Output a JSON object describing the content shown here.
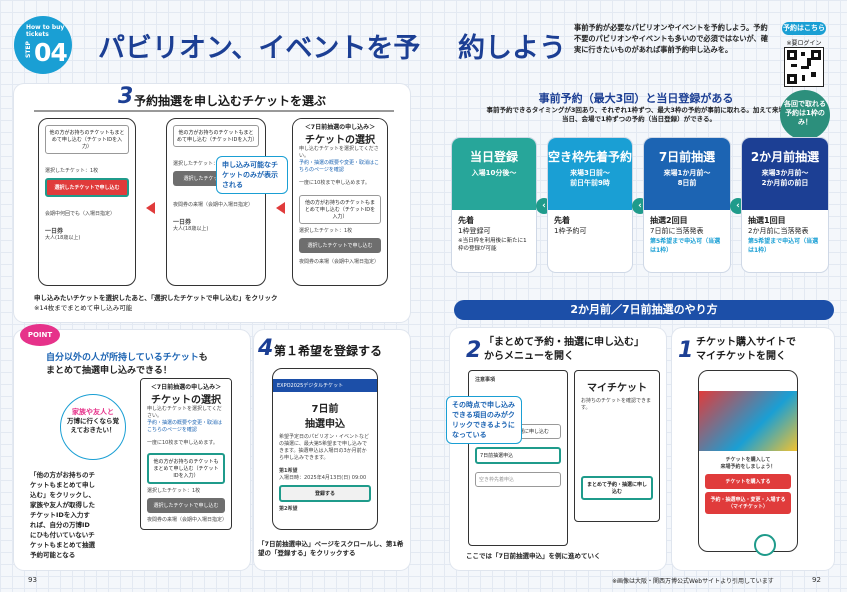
{
  "header": {
    "step_small": "How to buy tickets",
    "step_label": "STEP",
    "step_num": "04",
    "title_left": "パビリオン、イベントを予",
    "title_right": "約しよう",
    "intro": "事前予約が必要なパビリオンやイベントを予約しよう。予約不要のパビリオンやイベントも多いので必須ではないが、確実に行きたいものがあれば事前予約申し込みを。",
    "qr_tag": "予約はこちら",
    "qr_sub": "※要ログイン"
  },
  "left": {
    "sec1_num": "3",
    "sec1_title": "予約抽選を申し込むチケットを選ぶ",
    "p1": {
      "box": "他の方がお持ちのチケットもまとめて申し込む（チケットIDを入力）",
      "select_label": "選択したチケット：1枚",
      "btn": "選択したチケットで申し込む",
      "item1": "会期中何回でも（入場日指定）",
      "item2": "一日券",
      "item3": "大人(18歳以上)"
    },
    "p2": {
      "box": "他の方がお持ちのチケットもまとめて申し込む（チケットIDを入力）",
      "select_label": "選択したチケット：1枚",
      "btn": "選択したチケットで申し込む",
      "item1": "夜間券の来場（会期中入場日指定）",
      "item2": "一日券",
      "item3": "大人(18歳以上)"
    },
    "callout1": "申し込み可能なチケットのみが表示される",
    "p3": {
      "head": "＜7日前抽選の申し込み＞",
      "title": "チケットの選択",
      "txt1": "申し込むチケットを選択してください。",
      "txt2": "予約・抽選の概要や変更・取消はこちらのページを確認",
      "link": "一度に10枚まで申し込めます。",
      "box": "他の方がお持ちのチケットもまとめて申し込む（チケットIDを入力）",
      "select_label": "選択したチケット：1枚",
      "btn": "選択したチケットで申し込む",
      "item": "夜間券の来場（会期中入場日指定）"
    },
    "cap1": "申し込みたいチケットを選択したあと、「選択したチケットで申し込む」をクリック",
    "cap1b": "※14枚までまとめて申し込み可能",
    "point_label": "POINT",
    "point_title1": "自分以外の人が所持しているチケット",
    "point_title2": "も",
    "point_title3": "まとめて抽選申し込みできる！",
    "point_callout1": "家族や友人と",
    "point_callout2": "万博に行くなら覚えておきたい！",
    "point_body": "「他の方がお持ちのチケットもまとめて申し込む」をクリックし、家族や友人が取得したチケットIDを入力すれば、自分の万博IDにひも付いていないチケットもまとめて抽選予約可能となる",
    "p4": {
      "head": "＜7日前抽選の申し込み＞",
      "title": "チケットの選択",
      "txt1": "申し込むチケットを選択してください。",
      "txt2": "予約・抽選の概要や変更・取消はこちらのページを確認",
      "link": "一度に10枚まで申し込めます。",
      "box": "他の方がお持ちのチケットもまとめて申し込む（チケットIDを入力）",
      "select_label": "選択したチケット：1枚",
      "btn": "選択したチケットで申し込む",
      "item": "夜間券の来場（会期中入場日指定）"
    },
    "sec4_num": "4",
    "sec4_title": "第１希望を登録する",
    "p5": {
      "head": "EXPO2025デジタルチケット",
      "title": "7日前",
      "title2": "抽選申込",
      "txt": "希望予定日のパビリオン・イベントなどの抽選に、最大第5希望まで申し込みできます。抽選申込は入場日の3か月前から申し込みできます。",
      "row1": "第1希望",
      "row2": "入場日時：2025年4月13日(日) 09:00",
      "btn": "登録する",
      "row3": "第2希望"
    },
    "cap4": "「7日前抽選申込」ページをスクロールし、第1希望の「登録する」をクリックする",
    "page_num": "93"
  },
  "right": {
    "banner": "事前予約（最大3回）と当日登録がある",
    "banner_sub": "事前予約できるタイミングが3回あり、それぞれ1枠ずつ、最大3枠の予約が事前に取れる。加えて来場日当日、会場で1枠ずつの予約（当日登録）ができる。",
    "bubble": "各回で取れる予約は1枠のみ！",
    "cols": [
      {
        "h": "当日登録",
        "s1": "入場10分後～",
        "s2": "",
        "b": "先着",
        "l1": "1枠登録可",
        "l2": "※当日枠を利用後に新たに1枠の登録が可能"
      },
      {
        "h": "空き枠先着予約",
        "s1": "来場3日前～",
        "s2": "前日午前9時",
        "b": "先着",
        "l1": "1枠予約可",
        "l2": ""
      },
      {
        "h": "7日前抽選",
        "s1": "来場1か月前～",
        "s2": "8日前",
        "b": "抽選2回目",
        "l1": "7日前に当落発表",
        "l2": "第5希望まで申込可（当選は1枠）"
      },
      {
        "h": "2か月前抽選",
        "s1": "来場3か月前～",
        "s2": "2か月前の前日",
        "b": "抽選1回目",
        "l1": "2か月前に当落発表",
        "l2": "第5希望まで申込可（当選は1枠）"
      }
    ],
    "bar2": "2か月前／7日前抽選のやり方",
    "sec2_num": "2",
    "sec2_title1": "「まとめて予約・抽選に申し込む」",
    "sec2_title2": "からメニューを開く",
    "sec1_num": "1",
    "sec1_title1": "チケット購入サイトで",
    "sec1_title2": "マイチケットを開く",
    "p6": {
      "txt": "注意事項",
      "m1": "まとめて予約・抽選に申し込む",
      "m2": "7日前抽選申込",
      "m3": "空き枠先着申込"
    },
    "callout2": "その時点で申し込みできる項目のみがクリックできるようになっている",
    "p7": {
      "title": "マイチケット",
      "txt": "お持ちのチケットを確認できます。",
      "btn": "まとめて予約・抽選に申し込む"
    },
    "p8": {
      "txt1": "チケットを購入して",
      "txt2": "来場予約をしましょう！",
      "btn1": "チケットを購入する",
      "btn2": "予約・抽選申込・変更・入場する（マイチケット）"
    },
    "cap2": "ここでは「7日前抽選申込」を例に進めていく",
    "credit": "※画像は大阪・関西万博公式Webサイトより引用しています",
    "page_num": "92"
  }
}
